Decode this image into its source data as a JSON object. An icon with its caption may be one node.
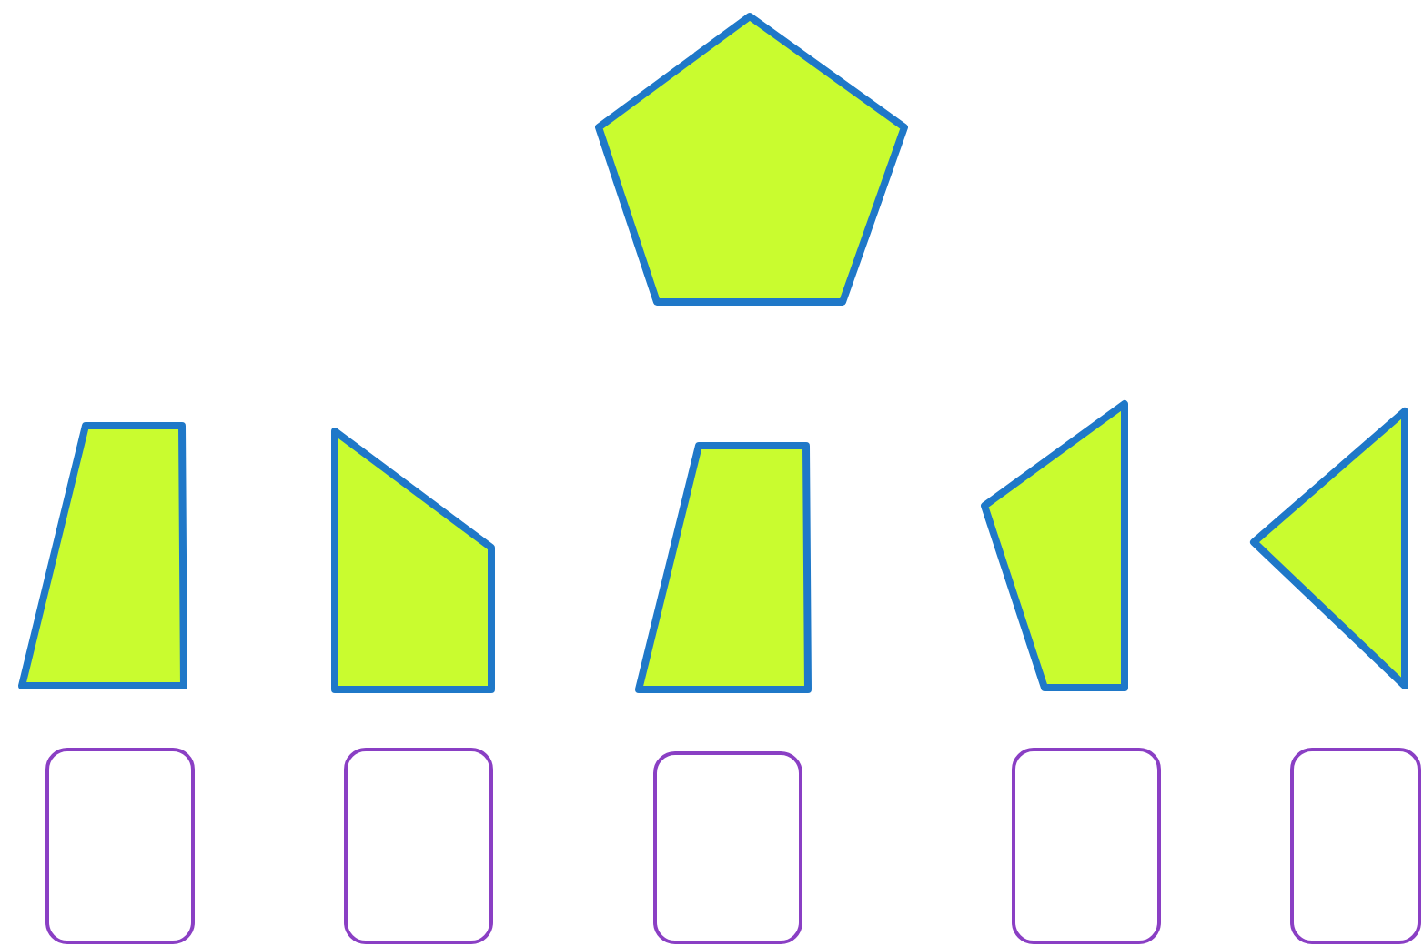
{
  "diagram": {
    "nodes": [
      {
        "text": [],
        "shape": "pentagon"
      },
      {
        "text": [],
        "shape": "trapezoid"
      },
      {
        "text": [],
        "shape": "quadrilateral"
      },
      {
        "text": [],
        "shape": "trapezoid"
      },
      {
        "text": [],
        "shape": "quadrilateral"
      },
      {
        "text": [],
        "shape": "triangle"
      },
      {
        "text": [],
        "shape": "box"
      },
      {
        "text": [],
        "shape": "box"
      },
      {
        "text": [],
        "shape": "box"
      },
      {
        "text": [],
        "shape": "box"
      },
      {
        "text": [],
        "shape": "box"
      }
    ]
  }
}
